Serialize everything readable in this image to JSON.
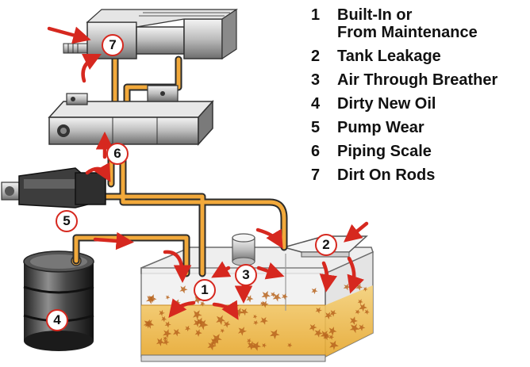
{
  "legend": [
    {
      "num": "1",
      "label": "Built-In or\nFrom Maintenance"
    },
    {
      "num": "2",
      "label": "Tank Leakage"
    },
    {
      "num": "3",
      "label": "Air Through Breather"
    },
    {
      "num": "4",
      "label": "Dirty New Oil"
    },
    {
      "num": "5",
      "label": "Pump Wear"
    },
    {
      "num": "6",
      "label": "Piping Scale"
    },
    {
      "num": "7",
      "label": "Dirt On Rods"
    }
  ],
  "markers": {
    "builtin": "1",
    "tank_leakage": "2",
    "breather": "3",
    "new_oil": "4",
    "pump_wear": "5",
    "piping_scale": "6",
    "rods": "7"
  },
  "colors": {
    "pipe": "#f2a93b",
    "pipe_outline": "#2b2b2b",
    "arrow": "#d6281f",
    "oil": "#eeb644",
    "contaminant": "#b8651f",
    "steel": "#8a8a8a"
  }
}
